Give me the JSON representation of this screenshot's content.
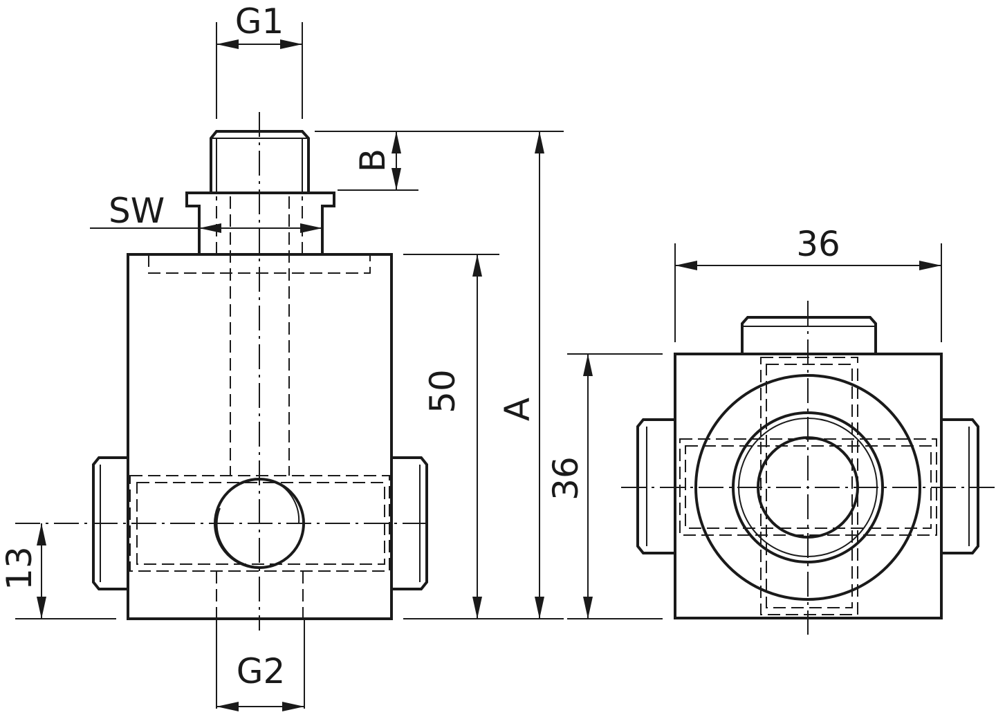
{
  "side_view": {
    "labels": {
      "thread_top": "G1",
      "thread_side": "G2",
      "wrench_size": "SW",
      "thread_length": "B",
      "body_height": "50",
      "total_height": "A",
      "port_height": "13"
    }
  },
  "front_view": {
    "labels": {
      "width": "36",
      "height": "36"
    }
  },
  "colors": {
    "line": "#1a1a1a",
    "background": "#ffffff"
  }
}
